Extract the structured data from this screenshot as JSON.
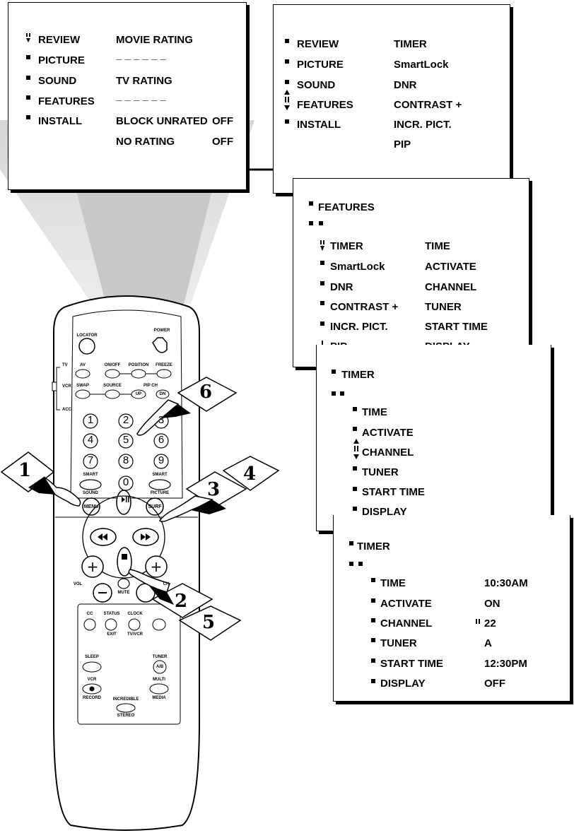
{
  "screen1": {
    "left": [
      "REVIEW",
      "PICTURE",
      "SOUND",
      "FEATURES",
      "INSTALL"
    ],
    "movie_rating": "MOVIE RATING",
    "dashes1": "_ _ _ _ _ _",
    "tv_rating": "TV RATING",
    "dashes2": "_ _ _ _ _ _",
    "block_unrated": "BLOCK UNRATED",
    "block_unrated_value": "OFF",
    "no_rating": "NO RATING",
    "no_rating_value": "OFF"
  },
  "screen2": {
    "left": [
      "REVIEW",
      "PICTURE",
      "SOUND",
      "FEATURES",
      "INSTALL"
    ],
    "right": [
      "TIMER",
      "SmartLock",
      "DNR",
      "CONTRAST +",
      "INCR. PICT.",
      "PIP"
    ]
  },
  "screen3": {
    "title": "FEATURES",
    "left": [
      "TIMER",
      "SmartLock",
      "DNR",
      "CONTRAST +",
      "INCR. PICT.",
      "PIP"
    ],
    "right": [
      "TIME",
      "ACTIVATE",
      "CHANNEL",
      "TUNER",
      "START TIME",
      "DISPLAY"
    ]
  },
  "screen4": {
    "title": "TIMER",
    "items": [
      "TIME",
      "ACTIVATE",
      "CHANNEL",
      "TUNER",
      "START TIME",
      "DISPLAY"
    ]
  },
  "screen5": {
    "title": "TIMER",
    "items": [
      "TIME",
      "ACTIVATE",
      "CHANNEL",
      "TUNER",
      "START TIME",
      "DISPLAY"
    ],
    "values": [
      "10:30AM",
      "ON",
      "22",
      "A",
      "12:30PM",
      "OFF"
    ]
  },
  "remote": {
    "locator": "LOCATOR",
    "power": "POWER",
    "tv": "TV",
    "vcr": "VCR",
    "acc": "ACC",
    "av": "AV",
    "onoff": "ON/OFF",
    "position": "POSITION",
    "freeze": "FREEZE",
    "swap": "SWAP",
    "source": "SOURCE",
    "pipch": "PIP CH",
    "up": "UP",
    "dn": "DN",
    "digits": [
      "1",
      "2",
      "3",
      "4",
      "5",
      "6",
      "7",
      "8",
      "9",
      "0"
    ],
    "smart_left": "SMART",
    "smart_right": "SMART",
    "sound": "SOUND",
    "picture": "PICTURE",
    "menu": "MENU",
    "surf": "SURF",
    "vol": "VOL",
    "ch": "CH",
    "mute": "MUTE",
    "cc": "CC",
    "status": "STATUS",
    "exit": "EXIT",
    "clock": "CLOCK",
    "tvvcr": "TV/VCR",
    "sleep": "SLEEP",
    "tuner": "TUNER",
    "ab": "A/B",
    "vcr_btn": "VCR",
    "record": "RECORD",
    "multi": "MULTI",
    "media": "MEDIA",
    "incredible": "INCREDIBLE",
    "stereo": "STEREO"
  },
  "step_markers": [
    "1",
    "2",
    "3",
    "4",
    "5",
    "6"
  ]
}
